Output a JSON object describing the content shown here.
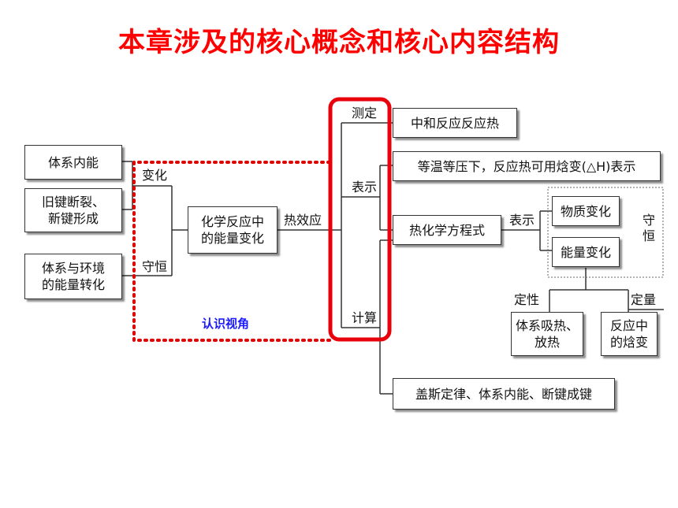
{
  "title": "本章涉及的核心概念和核心内容结构",
  "colors": {
    "title": "#ff0000",
    "highlight": "#e8000b",
    "dotted": "#dd0000",
    "perspective": "#1a1aff",
    "line": "#333333"
  },
  "left_boxes": {
    "internal_energy": "体系内能",
    "bond_change": "旧键断裂、\n新键形成",
    "energy_transfer": "体系与环境\n的能量转化"
  },
  "labels": {
    "change": "变化",
    "conservation": "守恒",
    "heat_effect": "热效应",
    "perspective": "认识视角",
    "measure": "测定",
    "express": "表示",
    "calculate": "计算",
    "express2": "表示",
    "qualitative": "定性",
    "quantitative": "定量",
    "conserve": "守\n恒"
  },
  "center_box": "化学反应中\n的能量变化",
  "right_boxes": {
    "neutralization": "中和反应反应热",
    "enthalpy_change": "等温等压下，反应热可用焓变(△H)表示",
    "thermo_equation": "热化学方程式",
    "matter_change": "物质变化",
    "energy_change": "能量变化",
    "heat_absorb_release": "体系吸热、\n放热",
    "reaction_enthalpy": "反应中\n的焓变",
    "hess_law": "盖斯定律、体系内能、断键成键"
  }
}
